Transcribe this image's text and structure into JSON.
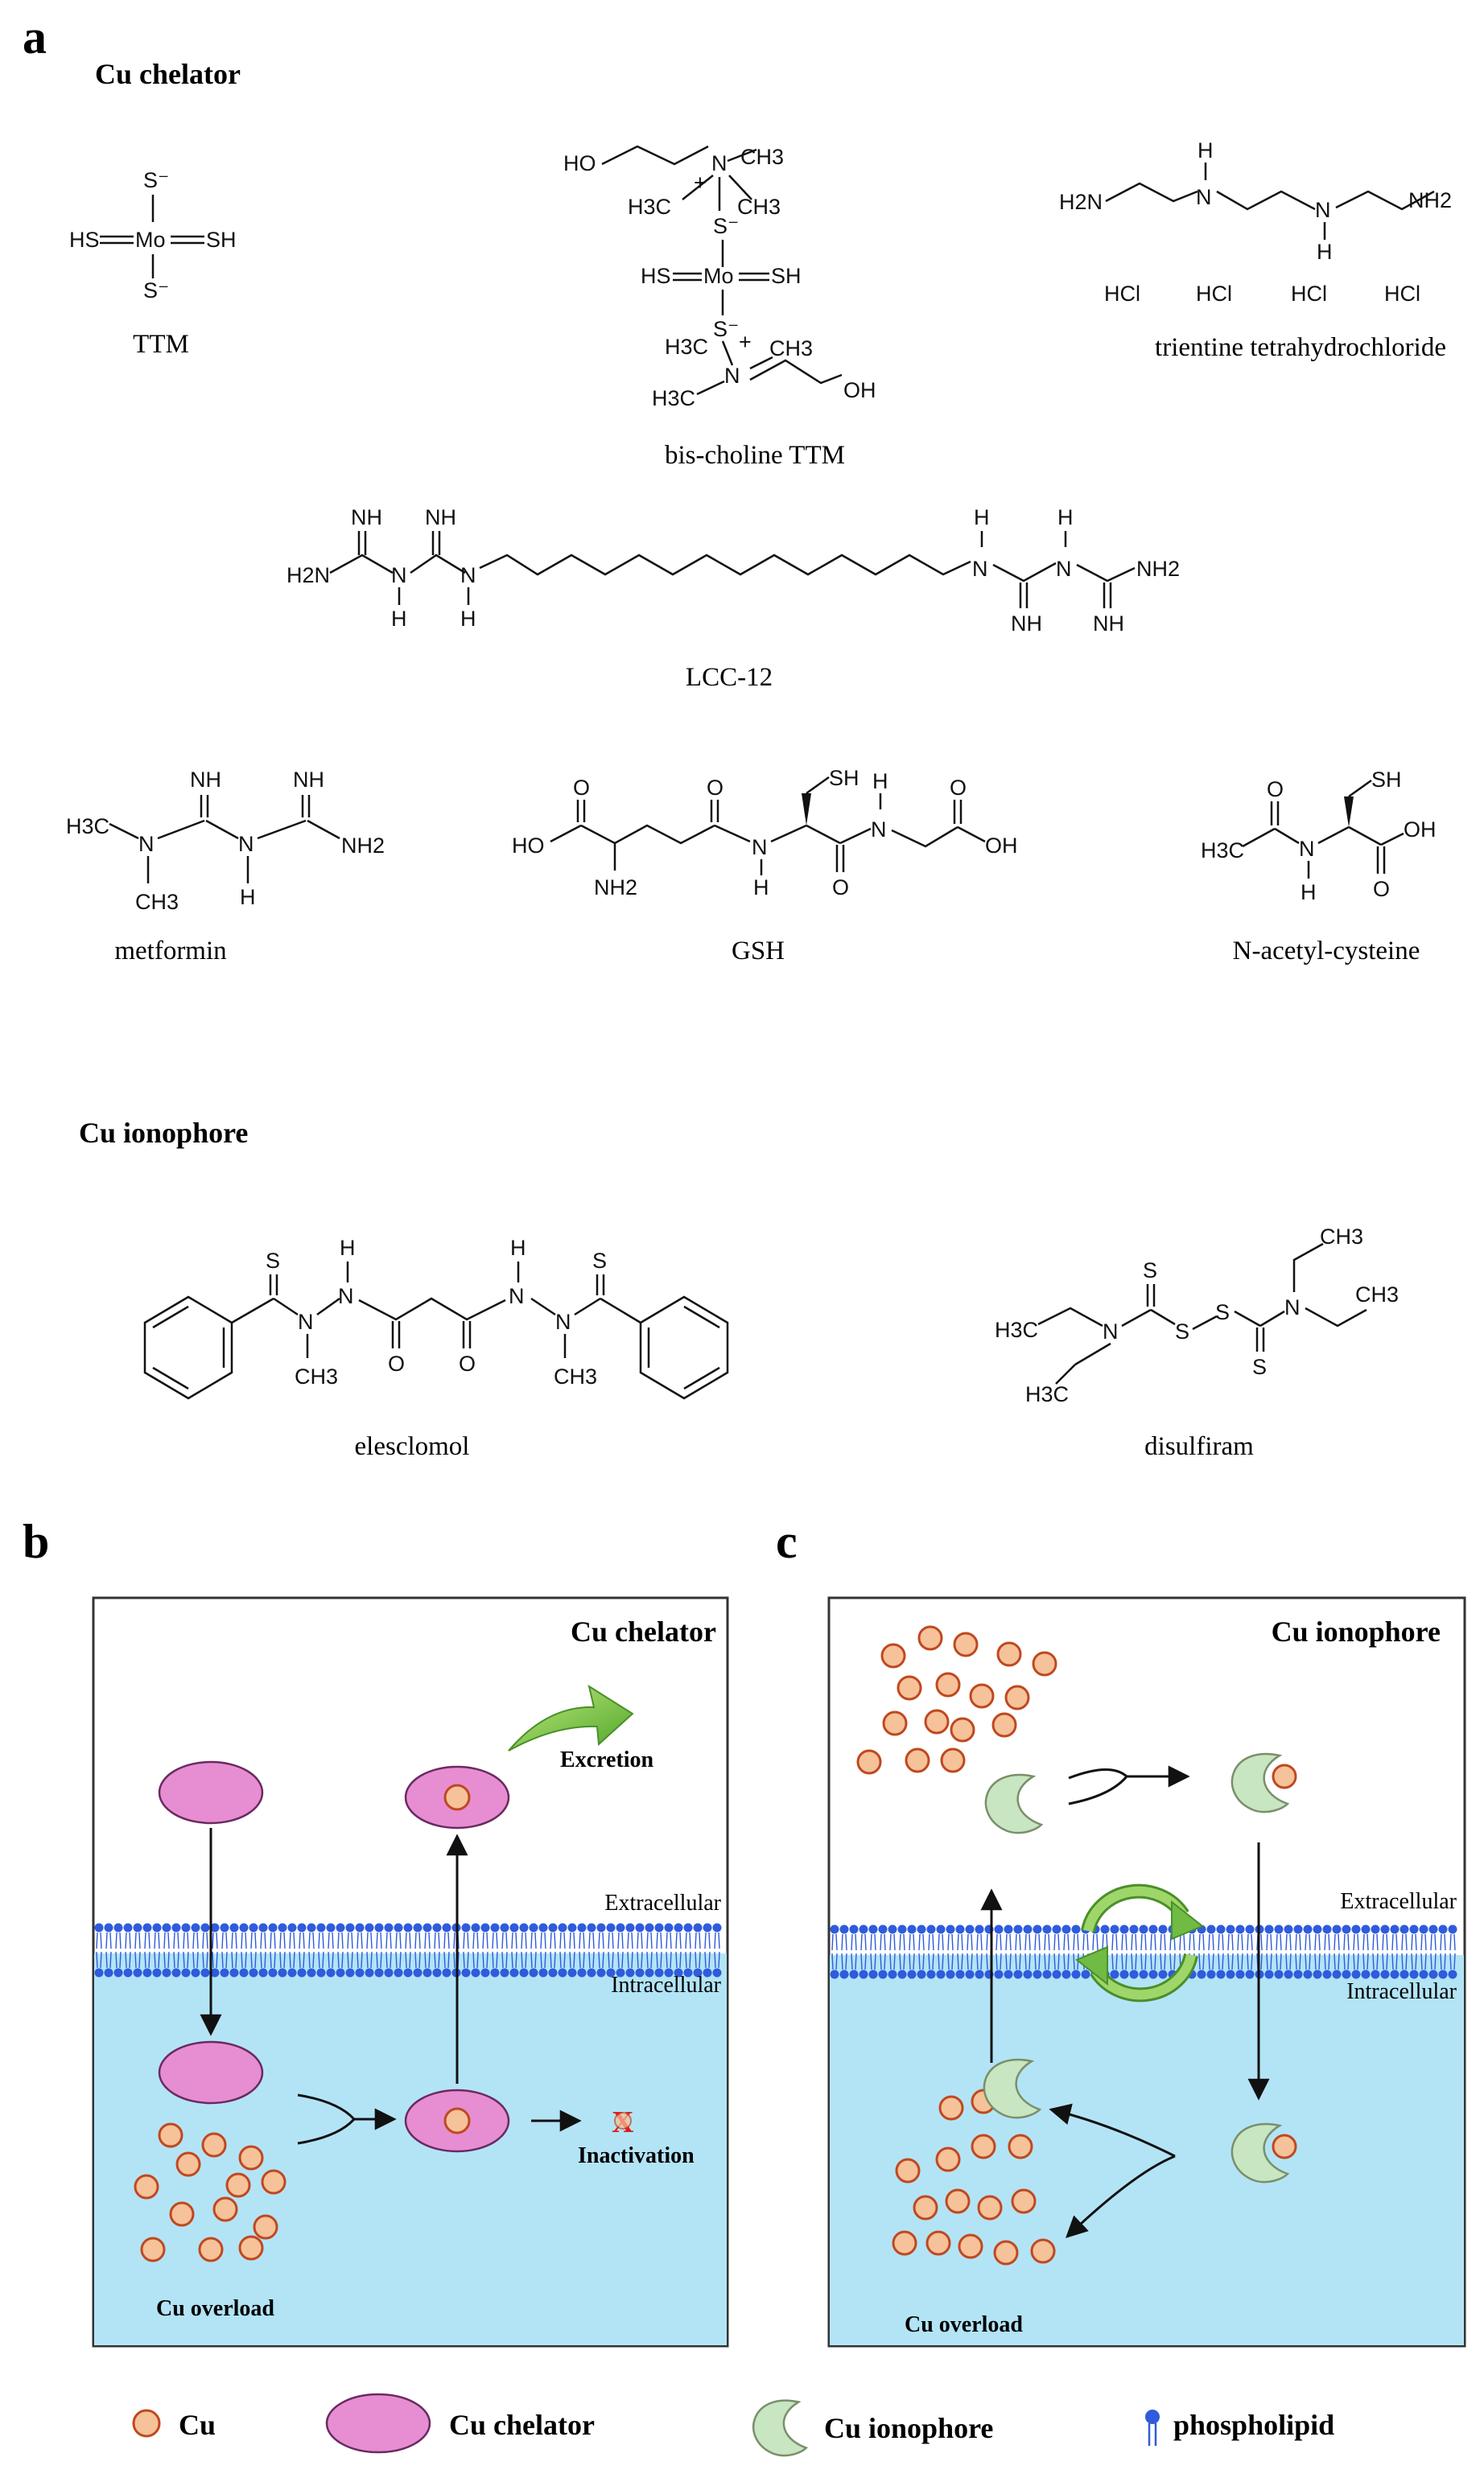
{
  "panels": {
    "a": {
      "letter": "a",
      "chelator_heading": "Cu chelator",
      "ionophore_heading": "Cu ionophore",
      "compounds": {
        "ttm": "TTM",
        "bis_choline_ttm": "bis-choline TTM",
        "trientine": "trientine tetrahydrochloride",
        "lcc12": "LCC-12",
        "metformin": "metformin",
        "gsh": "GSH",
        "nac": "N-acetyl-cysteine",
        "elesclomol": "elesclomol",
        "disulfiram": "disulfiram"
      },
      "atoms": {
        "ttm": {
          "s_minus": "S⁻",
          "hs": "HS",
          "mo": "Mo",
          "sh": "SH"
        },
        "bis_choline": {
          "ho": "HO",
          "ch3": "CH3",
          "h3c": "H3C",
          "n": "N",
          "plus": "+",
          "oh": "OH",
          "s_minus": "S⁻",
          "hs": "HS",
          "mo": "Mo",
          "sh": "SH"
        },
        "trientine": {
          "h2n": "H2N",
          "n": "N",
          "h": "H",
          "nh2": "NH2",
          "hcl": "HCl"
        },
        "lcc12": {
          "nh": "NH",
          "h2n": "H2N",
          "n": "N",
          "h": "H",
          "nh2": "NH2"
        },
        "metformin": {
          "h3c": "H3C",
          "ch3": "CH3",
          "n": "N",
          "nh": "NH",
          "h": "H",
          "nh2": "NH2"
        },
        "gsh": {
          "ho": "HO",
          "oh": "OH",
          "o": "O",
          "nh2": "NH2",
          "n": "N",
          "h": "H",
          "sh": "SH"
        },
        "nac": {
          "h3c": "H3C",
          "o": "O",
          "n": "N",
          "h": "H",
          "sh": "SH",
          "oh": "OH"
        },
        "elesclomol": {
          "s": "S",
          "h": "H",
          "n": "N",
          "o": "O",
          "ch3": "CH3"
        },
        "disulfiram": {
          "s": "S",
          "n": "N",
          "ch3": "CH3",
          "h3c": "H3C"
        }
      }
    },
    "b": {
      "letter": "b",
      "title": "Cu chelator",
      "excretion": "Excretion",
      "extracellular": "Extracellular",
      "intracellular": "Intracellular",
      "inactivation": "Inactivation",
      "overload": "Cu overload"
    },
    "c": {
      "letter": "c",
      "title": "Cu ionophore",
      "extracellular": "Extracellular",
      "intracellular": "Intracellular",
      "overload": "Cu overload"
    }
  },
  "legend": {
    "cu": "Cu",
    "chelator": "Cu chelator",
    "ionophore": "Cu ionophore",
    "phospholipid": "phospholipid"
  },
  "colors": {
    "copper_fill": "#f6c29a",
    "copper_stroke": "#c0481f",
    "chelator_fill": "#e78ed2",
    "ionophore_fill": "#c7e6c1",
    "cytoplasm": "#b3e4f6",
    "lipid_head": "#2f5bdc",
    "excretion_arrow": "#7cc43c",
    "inactivation_x": "#e31a1a"
  }
}
